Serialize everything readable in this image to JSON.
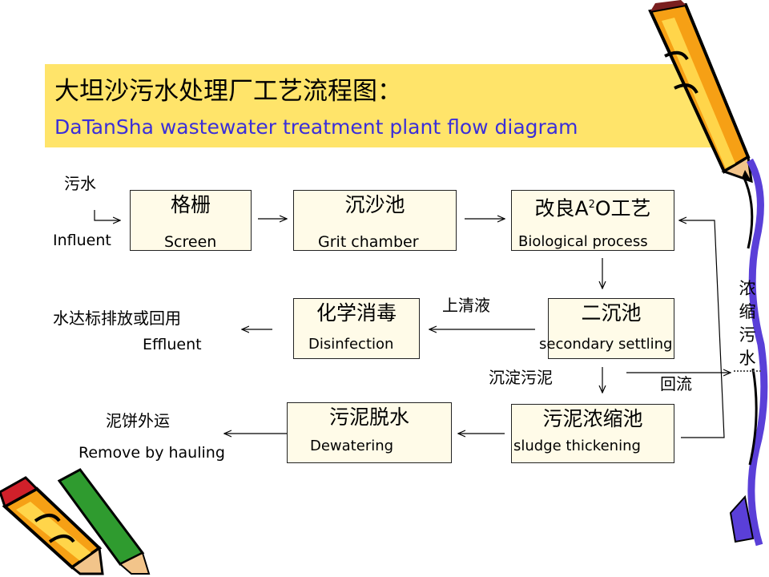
{
  "title": {
    "cn": "大坦沙污水处理厂工艺流程图：",
    "en": "DaTanSha wastewater treatment plant flow diagram"
  },
  "nodes": {
    "screen": {
      "cn": "格栅",
      "en": "Screen"
    },
    "grit": {
      "cn": "沉沙池",
      "en": "Grit chamber"
    },
    "bio": {
      "cn_prefix": "改良A",
      "cn_sup": "2",
      "cn_suffix": "O工艺",
      "en": "Biological process"
    },
    "secondary": {
      "cn": "二沉池",
      "en": "secondary settling"
    },
    "disinfection": {
      "cn": "化学消毒",
      "en": "Disinfection"
    },
    "thickening": {
      "cn": "污泥浓缩池",
      "en": "sludge thickening"
    },
    "dewatering": {
      "cn": "污泥脱水",
      "en": "Dewatering"
    }
  },
  "labels": {
    "influent_cn": "污水",
    "influent_en": "Influent",
    "supernatant_cn": "上清液",
    "effluent_cn": "水达标排放或回用",
    "effluent_en": "Effluent",
    "settled_sludge_cn": "沉淀污泥",
    "return_cn": "回流",
    "hauling_cn": "泥饼外运",
    "hauling_en": "Remove by hauling",
    "thickened_water": [
      "浓",
      "缩",
      "污",
      "水"
    ]
  },
  "colors": {
    "banner": "#ffe46a",
    "title_en": "#3b2fd9",
    "box_fill": "#fffbe8"
  }
}
